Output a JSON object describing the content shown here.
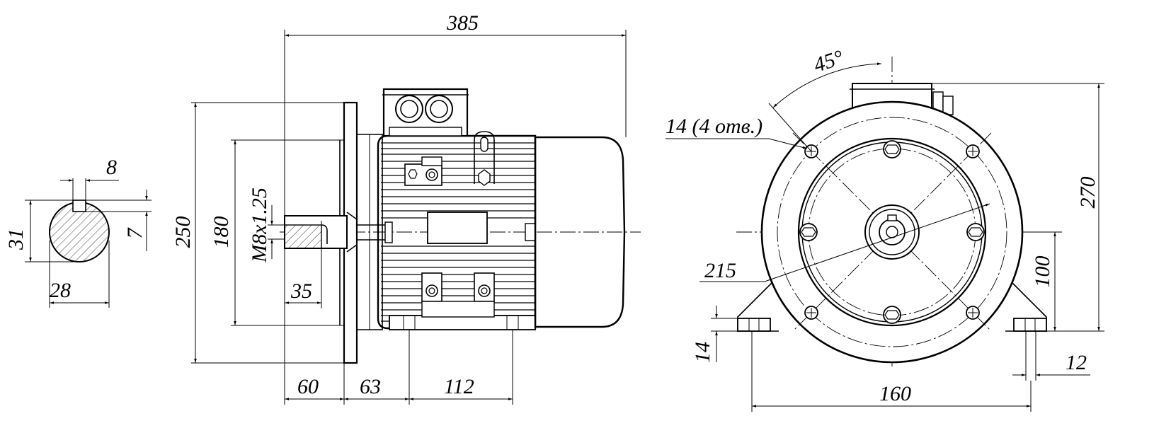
{
  "dimensions": {
    "overall_length": "385",
    "key_width": "8",
    "key_depth": "7",
    "shaft_key_height": "31",
    "shaft_diameter": "28",
    "flange_diameter": "250",
    "spigot_diameter": "180",
    "thread": "M8x1.25",
    "thread_depth": "35",
    "shaft_length": "60",
    "flange_to_foot": "63",
    "foot_hole_spacing_side": "112",
    "angle": "45°",
    "flange_holes": "14 (4 отв.)",
    "pcd": "215",
    "total_height": "270",
    "shaft_height": "100",
    "foot_thickness": "14",
    "foot_hole": "12",
    "foot_hole_spacing_front": "160"
  }
}
